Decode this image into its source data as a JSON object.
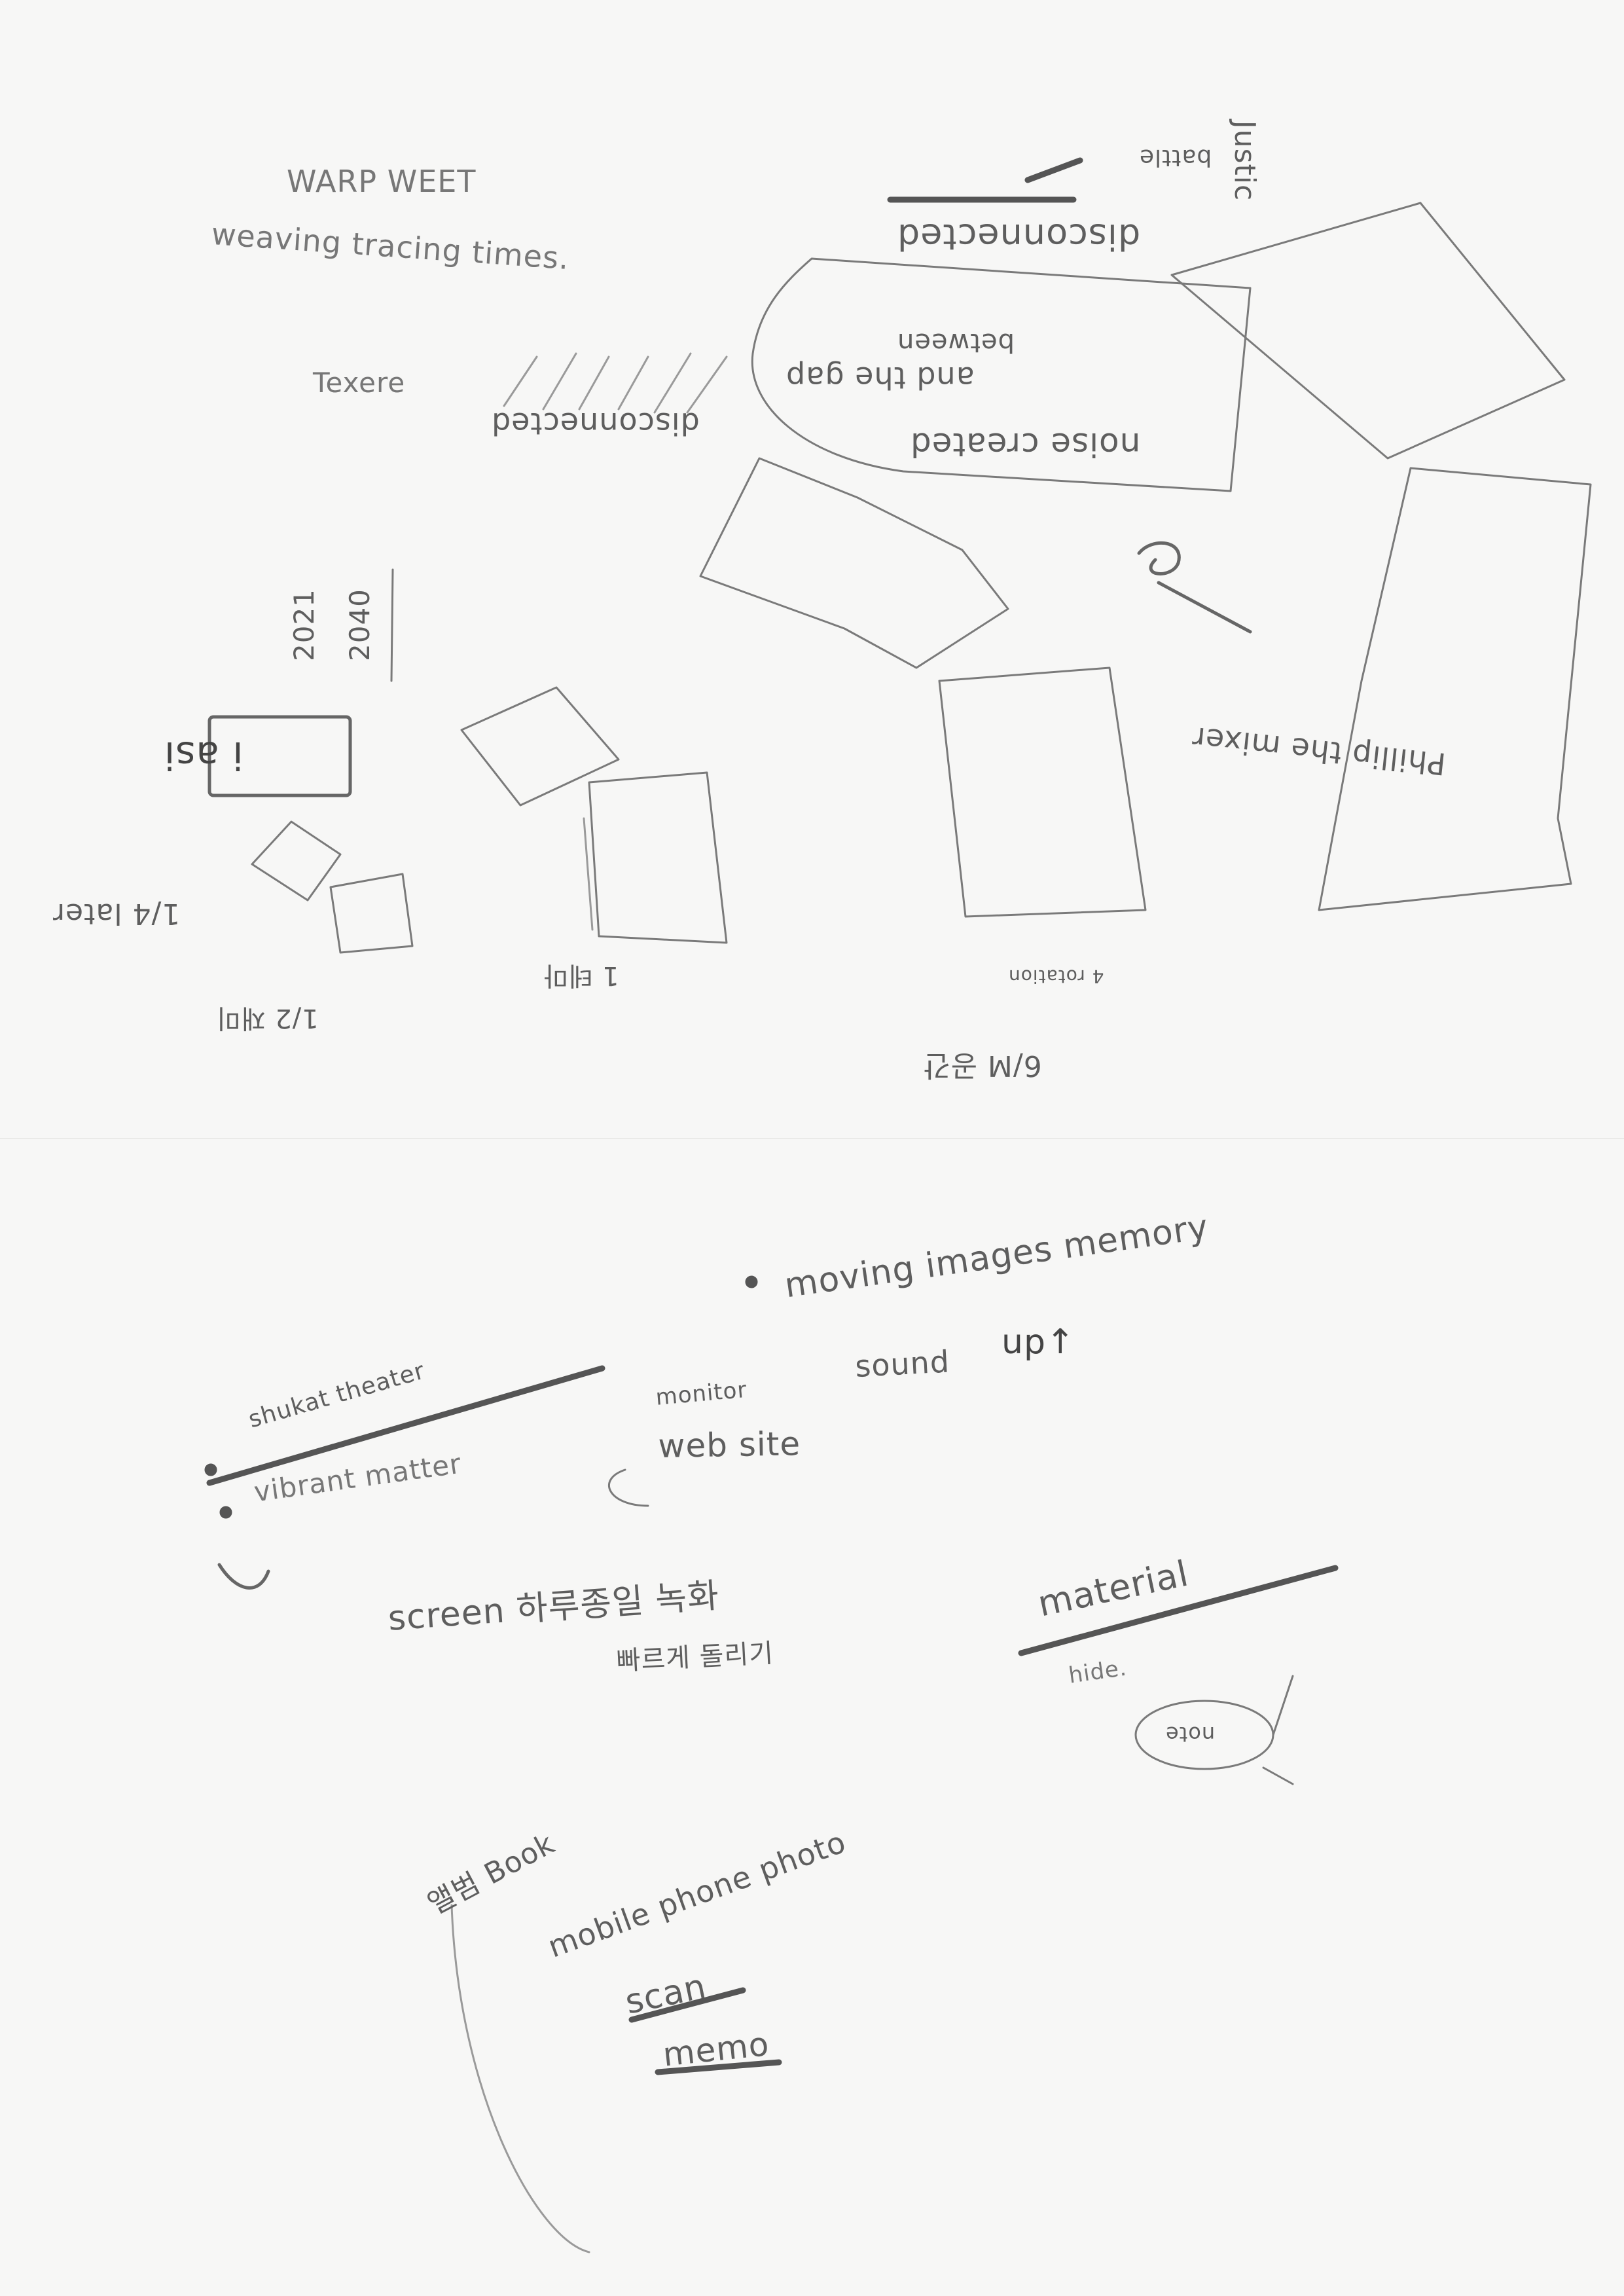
{
  "top_notes": {
    "title": "WARP WEET",
    "subtitle": "weaving tracing times.",
    "latin": "Texere",
    "upside_disconnected_top": "disconnected",
    "upside_bottom_note": "between",
    "upside_and_gap": "and the gap",
    "upside_noise": "noise created",
    "upside_disconnected": "disconnected",
    "upside_justice": "Justic",
    "upside_battle": "battle",
    "year_1": "2021",
    "year_2": "2040",
    "box_word": "i asi",
    "side_later": "1/4 later",
    "korean_1": "1/2 재미",
    "korean_2": "1 테마",
    "korean_3": "6/M 공간",
    "small_note": "4 rotation",
    "rot_note": "Phillip the mixer"
  },
  "bottom_notes": {
    "moving": "moving images memory",
    "shukat": "shukat theater",
    "vibrant": "vibrant matter",
    "monitor": "monitor",
    "sound": "sound",
    "up": "up↑",
    "web": "web site",
    "screen": "screen 하루종일 녹화",
    "screen_2": "빠르게 돌리기",
    "material": "material",
    "hide": "hide.",
    "note_small": "note",
    "korean_book": "앨범 Book",
    "mobile": "mobile phone photo",
    "scan": "scan",
    "memo": "memo"
  }
}
